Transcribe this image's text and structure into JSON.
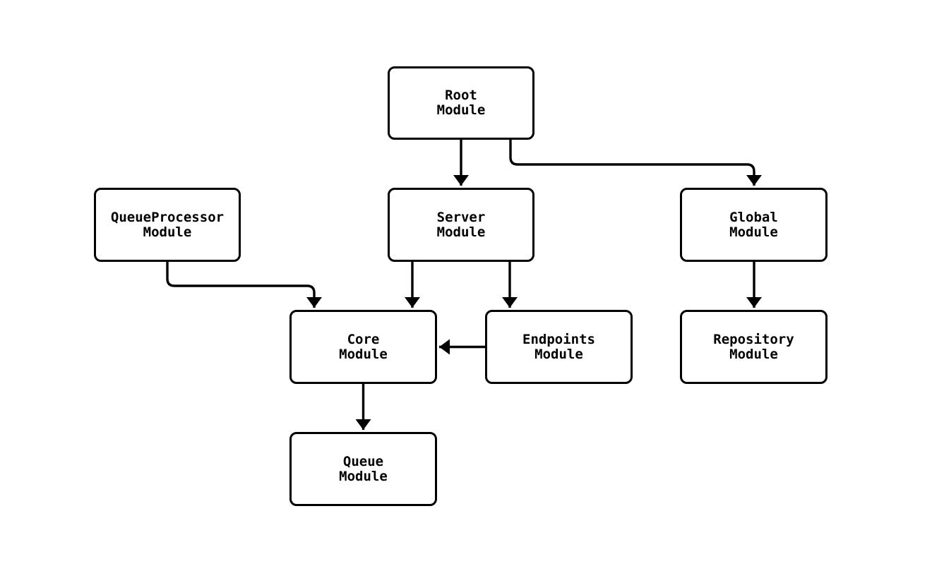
{
  "diagram": {
    "type": "flowchart",
    "colors": {
      "background": "#ffffff",
      "node_fill": "#ffffff",
      "stroke": "#000000",
      "text": "#000000"
    },
    "nodes": {
      "root": {
        "label": "Root\nModule"
      },
      "queueprocessor": {
        "label": "QueueProcessor\nModule"
      },
      "server": {
        "label": "Server\nModule"
      },
      "global": {
        "label": "Global\nModule"
      },
      "core": {
        "label": "Core\nModule"
      },
      "endpoints": {
        "label": "Endpoints\nModule"
      },
      "repository": {
        "label": "Repository\nModule"
      },
      "queue": {
        "label": "Queue\nModule"
      }
    },
    "edges": [
      {
        "from": "Root Module",
        "to": "Server Module"
      },
      {
        "from": "Root Module",
        "to": "Global Module"
      },
      {
        "from": "QueueProcessor Module",
        "to": "Core Module"
      },
      {
        "from": "Server Module",
        "to": "Core Module"
      },
      {
        "from": "Server Module",
        "to": "Endpoints Module"
      },
      {
        "from": "Endpoints Module",
        "to": "Core Module"
      },
      {
        "from": "Global Module",
        "to": "Repository Module"
      },
      {
        "from": "Core Module",
        "to": "Queue Module"
      }
    ]
  }
}
